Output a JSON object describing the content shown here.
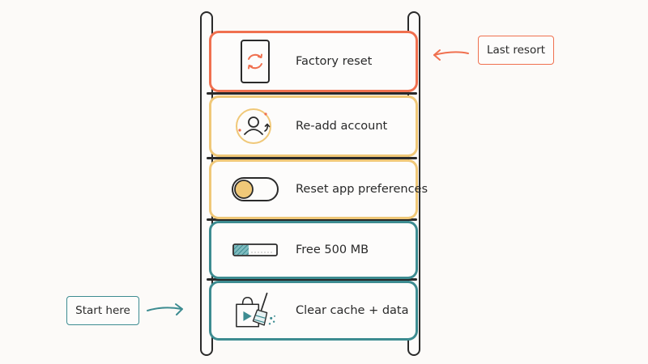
{
  "colors": {
    "ink": "#2a2a2a",
    "red": "#f0704f",
    "amber": "#f0c878",
    "teal": "#3d8c91",
    "background": "#fcfaf8"
  },
  "ladder": {
    "steps": [
      {
        "label": "Factory reset",
        "icon": "phone-refresh-icon",
        "level": "red"
      },
      {
        "label": "Re-add account",
        "icon": "user-refresh-icon",
        "level": "amber"
      },
      {
        "label": "Reset app preferences",
        "icon": "toggle-icon",
        "level": "amber"
      },
      {
        "label": "Free 500 MB",
        "icon": "storage-bar-icon",
        "level": "teal"
      },
      {
        "label": "Clear cache + data",
        "icon": "app-broom-icon",
        "level": "teal"
      }
    ]
  },
  "callouts": {
    "top": {
      "label": "Last resort",
      "color": "red"
    },
    "bottom": {
      "label": "Start here",
      "color": "teal"
    }
  }
}
